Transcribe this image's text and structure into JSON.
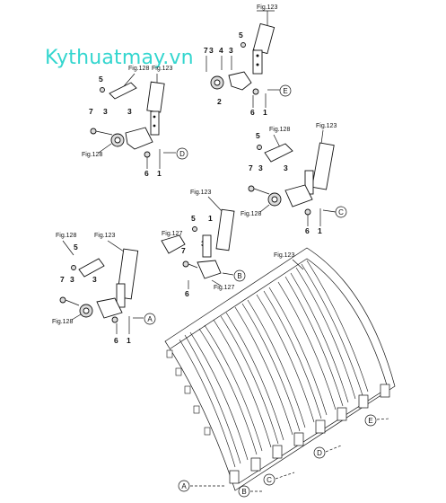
{
  "watermark": "Kythuatmay.vn",
  "fig_refs": {
    "f123": "Fig.123",
    "f127": "Fig.127",
    "f128": "Fig.128"
  },
  "part_numbers": [
    "1",
    "2",
    "3",
    "4",
    "5",
    "6",
    "7"
  ],
  "callouts": [
    "A",
    "B",
    "C",
    "D",
    "E"
  ]
}
